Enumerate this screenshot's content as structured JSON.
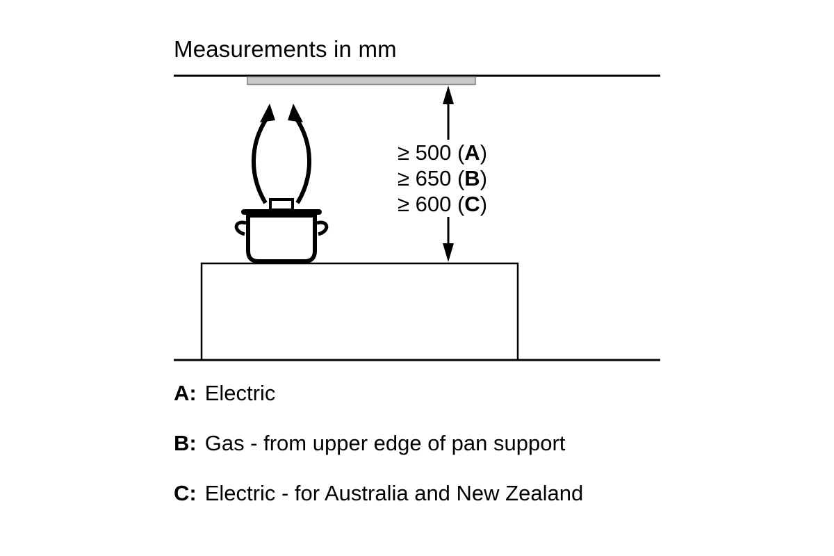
{
  "title": "Measurements in mm",
  "dimensions": {
    "lines": [
      {
        "prefix": "≥ 500 (",
        "key": "A",
        "suffix": ")"
      },
      {
        "prefix": "≥ 650 (",
        "key": "B",
        "suffix": ")"
      },
      {
        "prefix": "≥ 600 (",
        "key": "C",
        "suffix": ")"
      }
    ]
  },
  "legend": [
    {
      "key": "A:",
      "text": "Electric"
    },
    {
      "key": "B:",
      "text": "Gas - from upper edge of pan support"
    },
    {
      "key": "C:",
      "text": "Electric - for Australia and New Zealand"
    }
  ],
  "colors": {
    "line": "#000000",
    "hood_fill": "#c9c9c9",
    "hood_stroke": "#808080",
    "background": "#ffffff"
  }
}
